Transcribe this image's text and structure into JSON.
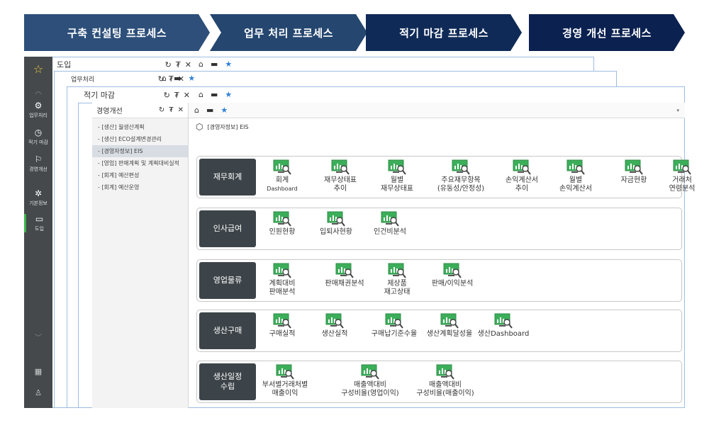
{
  "process_steps": [
    "구축 컨설팅 프로세스",
    "업무 처리 프로세스",
    "적기 마감 프로세스",
    "경영 개선 프로세스"
  ],
  "colors": {
    "step1": "#2d4f7a",
    "step2": "#24466f",
    "step3": "#0f2a57",
    "step4": "#0b2150",
    "tile_green": "#3cae5a",
    "accent": "#2f80d8"
  },
  "sidebar": {
    "items": [
      {
        "icon": "gear-icon",
        "label": "업무처리"
      },
      {
        "icon": "clock-icon",
        "label": "적기 마감"
      },
      {
        "icon": "flag-icon",
        "label": "경영개선"
      },
      {
        "icon": "settings-icon",
        "label": "기본정보"
      },
      {
        "icon": "monitor-icon",
        "label": "도입"
      }
    ]
  },
  "windows": {
    "w1_title": "도입",
    "w2_title": "업무처리",
    "w3_title": "적기 마감",
    "w4_title": "경영개선"
  },
  "controls": {
    "refresh": "↻",
    "pin": "₮",
    "close": "✕"
  },
  "nav": {
    "items": [
      "[생산] 월생산계획",
      "[생산] ECO설계변경관리",
      "[경영자정보] EIS",
      "[영업] 판매계획 및 계획대비실적",
      "[회계] 예산편성",
      "[회계] 예산운영"
    ],
    "selected": 2
  },
  "breadcrumb": "[경영자정보] EIS",
  "sections": [
    {
      "label": "재무회계",
      "tiles": [
        [
          "회계",
          "Dashboard"
        ],
        [
          "재무상태표",
          "추이"
        ],
        [
          "월별",
          "재무상태표"
        ],
        [
          "주요재무항목",
          "(유동성/안정성)"
        ],
        [
          "손익계산서",
          "추이"
        ],
        [
          "월별",
          "손익계산서"
        ],
        [
          "자금현황",
          ""
        ],
        [
          "거래처",
          "연령분석"
        ]
      ]
    },
    {
      "label": "인사급여",
      "tiles": [
        [
          "인원현황",
          ""
        ],
        [
          "입퇴사현황",
          ""
        ],
        [
          "인건비분석",
          ""
        ]
      ]
    },
    {
      "label": "영업물류",
      "tiles": [
        [
          "계획대비",
          "판매분석"
        ],
        [
          "판매채권분석",
          ""
        ],
        [
          "제상품",
          "재고상태"
        ],
        [
          "판매/이익분석",
          ""
        ]
      ]
    },
    {
      "label": "생산구매",
      "tiles": [
        [
          "구매실적",
          ""
        ],
        [
          "생산실적",
          ""
        ],
        [
          "구매납기준수율",
          ""
        ],
        [
          "생산계획달성율",
          ""
        ],
        [
          "생산Dashboard",
          ""
        ]
      ]
    },
    {
      "label": "생산일정 수립",
      "tiles": [
        [
          "부서별거래처별",
          "매출이익"
        ],
        [
          "매출액대비",
          "구성비율(영업이익)"
        ],
        [
          "매출액대비",
          "구성비율(매출이익)"
        ]
      ]
    }
  ]
}
